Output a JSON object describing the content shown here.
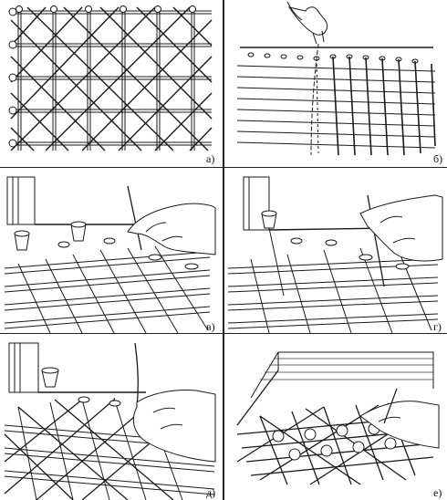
{
  "figure": {
    "panels": [
      {
        "id": "a",
        "label": "а)",
        "subject": "finished-octagonal-cane-weave"
      },
      {
        "id": "b",
        "label": "б)",
        "subject": "stretching-warp-strands-on-frame"
      },
      {
        "id": "v",
        "label": "в)",
        "subject": "weaving-first-cross-layer-with-awl"
      },
      {
        "id": "g",
        "label": "г)",
        "subject": "weaving-second-layer-with-awl"
      },
      {
        "id": "d",
        "label": "д)",
        "subject": "weaving-diagonal-strands"
      },
      {
        "id": "e",
        "label": "е)",
        "subject": "finishing-weave-on-seat"
      }
    ],
    "colors": {
      "ink": "#1a1a1a",
      "paper": "#ffffff",
      "hatch": "#3a3a3a"
    }
  }
}
